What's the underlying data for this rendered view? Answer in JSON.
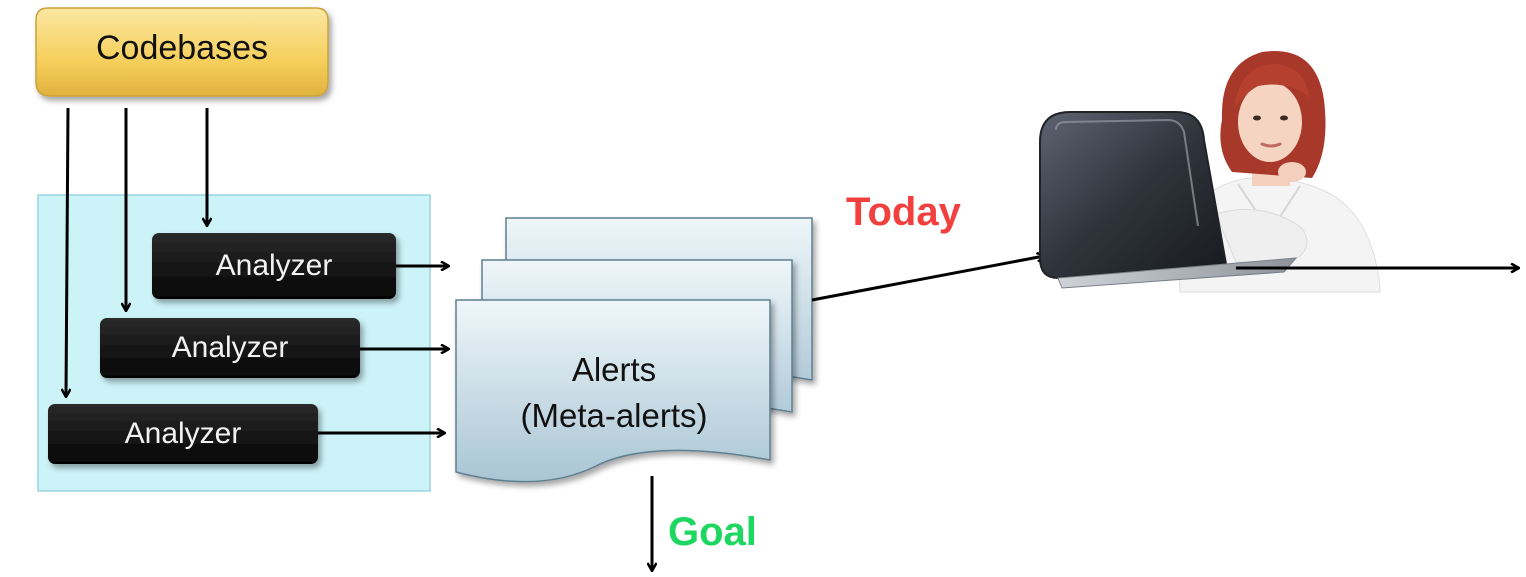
{
  "nodes": {
    "codebases": "Codebases",
    "analyzers": [
      "Analyzer",
      "Analyzer",
      "Analyzer"
    ],
    "alerts": {
      "line1": "Alerts",
      "line2": "(Meta-alerts)"
    },
    "user_image": "user-at-laptop"
  },
  "labels": {
    "today": "Today",
    "goal": "Goal"
  },
  "colors": {
    "codebases_fill": "#f7d56a",
    "analyzer_fill": "#111111",
    "panel_fill": "#ccf3f8",
    "document_fill": "#c6dbe6",
    "today": "#f2403f",
    "goal": "#1ed760",
    "arrows": "#000000"
  }
}
